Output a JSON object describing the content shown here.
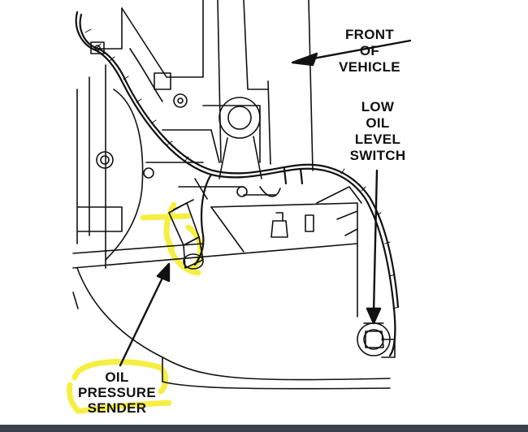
{
  "labels": {
    "front": [
      "FRONT",
      "OF",
      "VEHICLE"
    ],
    "switch": [
      "LOW",
      "OIL",
      "LEVEL",
      "SWITCH"
    ],
    "sender": [
      "OIL",
      "PRESSURE",
      "SENDER"
    ]
  },
  "colors": {
    "highlight": "#f5ef3a",
    "ink": "#111111",
    "bottom_bar": "#3a414a"
  }
}
